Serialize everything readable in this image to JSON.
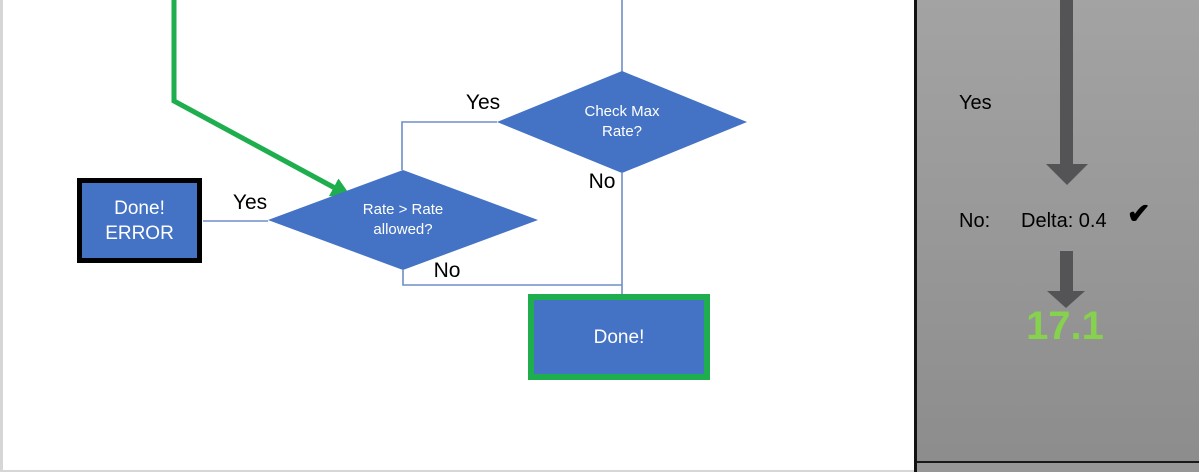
{
  "slide": {
    "nodes": {
      "check_max_rate": {
        "line1": "Check Max",
        "line2": "Rate?"
      },
      "rate_allowed": {
        "line1": "Rate > Rate",
        "line2": "allowed?"
      },
      "done_error": {
        "line1": "Done!",
        "line2": "ERROR"
      },
      "done": {
        "label": "Done!"
      }
    },
    "edge_labels": {
      "check_max_yes": "Yes",
      "check_max_no": "No",
      "rate_allowed_yes": "Yes",
      "rate_allowed_no": "No"
    }
  },
  "panel": {
    "yes_label": "Yes",
    "no_label": "No:",
    "delta_text": "Delta: 0.4",
    "check_icon": "✔",
    "result_value": "17.1"
  },
  "colors": {
    "shape_blue": "#4472C4",
    "connector_blue": "#6e8ec7",
    "flow_green": "#1fae4d",
    "result_green": "#86d14d",
    "arrow_gray": "#545456",
    "panel_gray": "#999999",
    "border_black": "#000000"
  }
}
